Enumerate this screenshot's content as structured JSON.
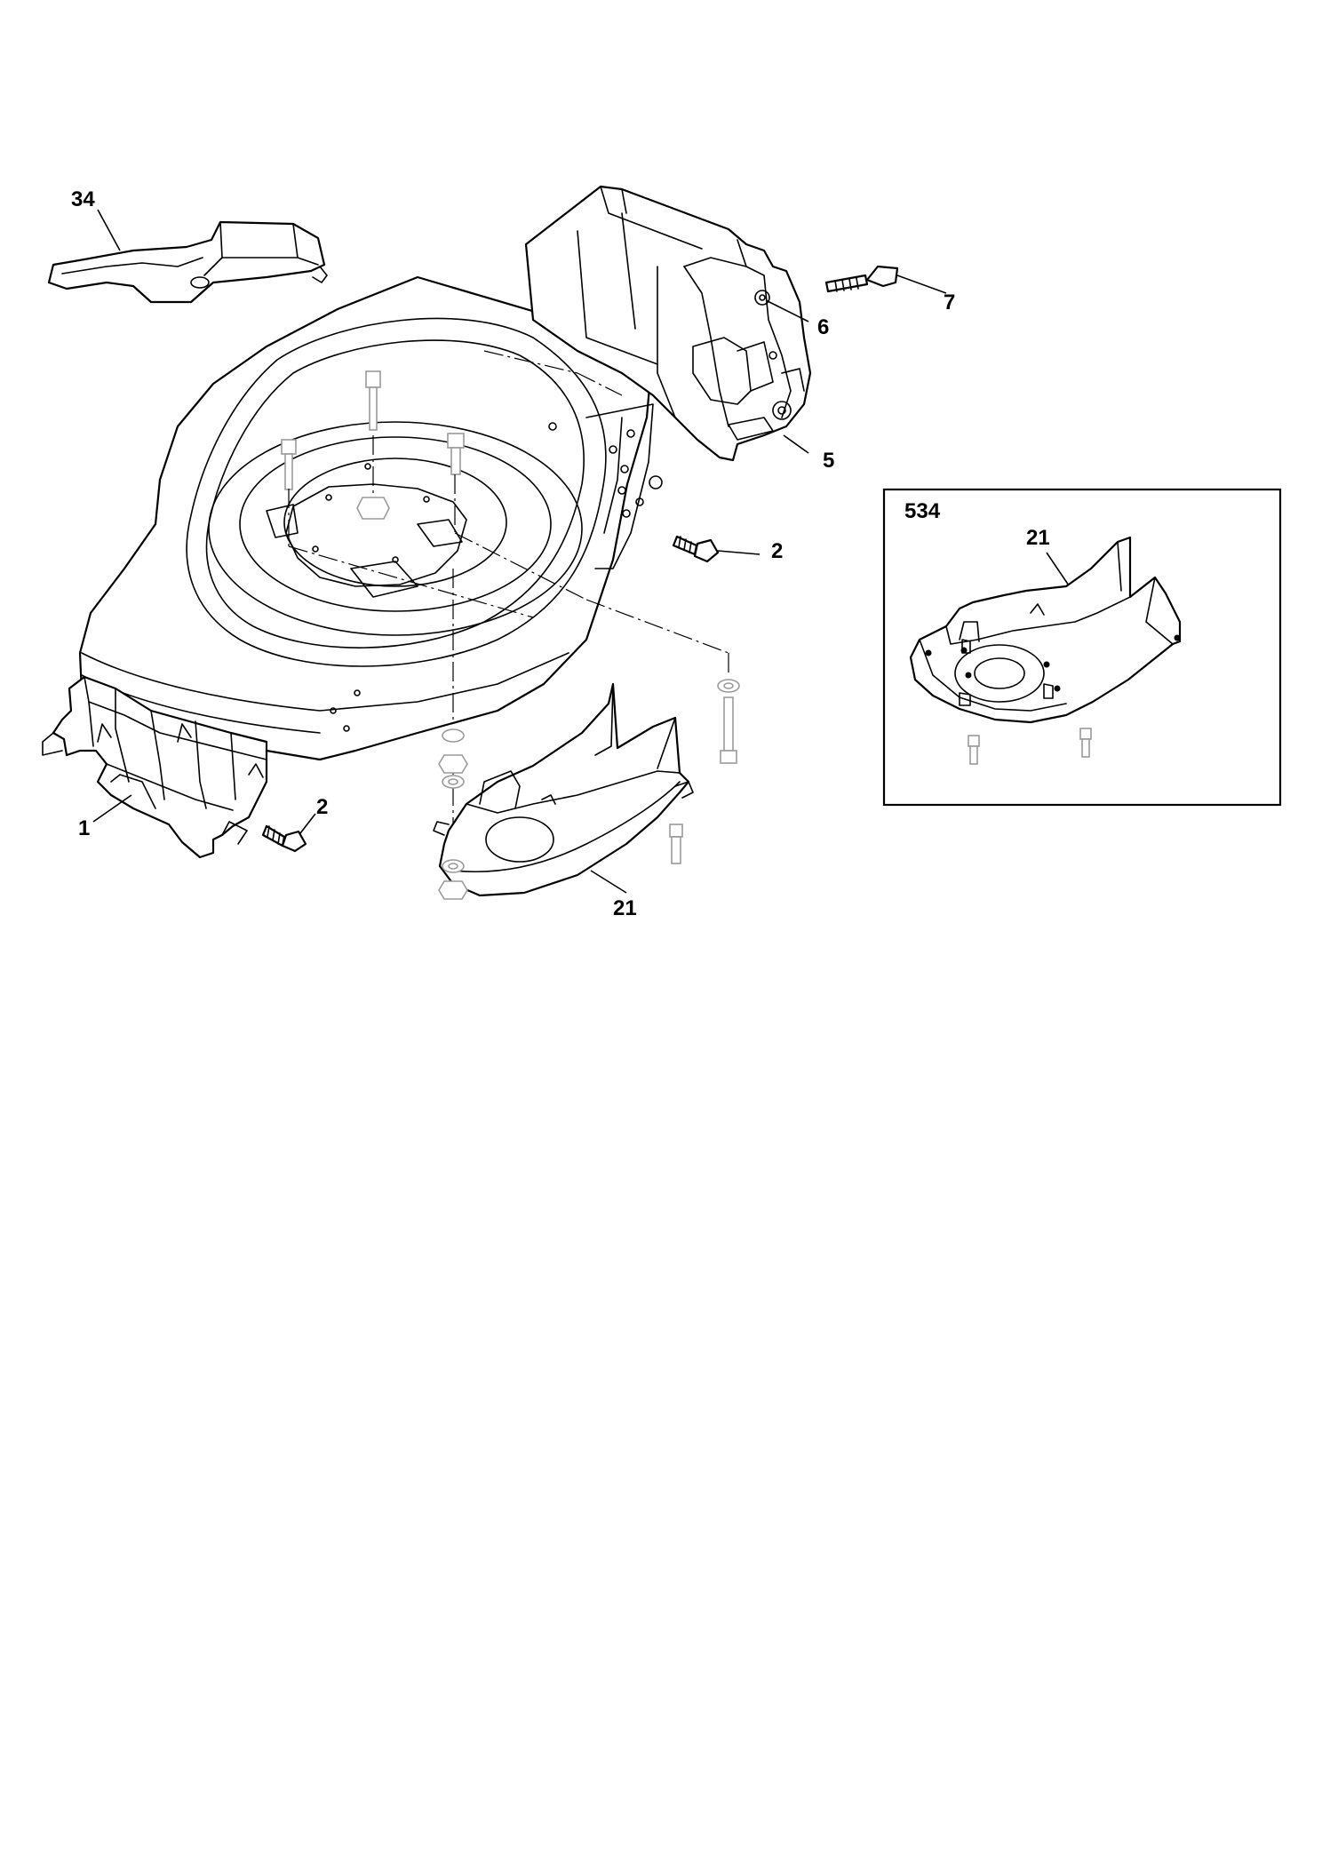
{
  "callouts": {
    "c34": "34",
    "c7": "7",
    "c6": "6",
    "c5": "5",
    "c2_right": "2",
    "c2_left": "2",
    "c1": "1",
    "c21_main": "21"
  },
  "inset": {
    "variant_code": "534",
    "callout_21": "21"
  }
}
